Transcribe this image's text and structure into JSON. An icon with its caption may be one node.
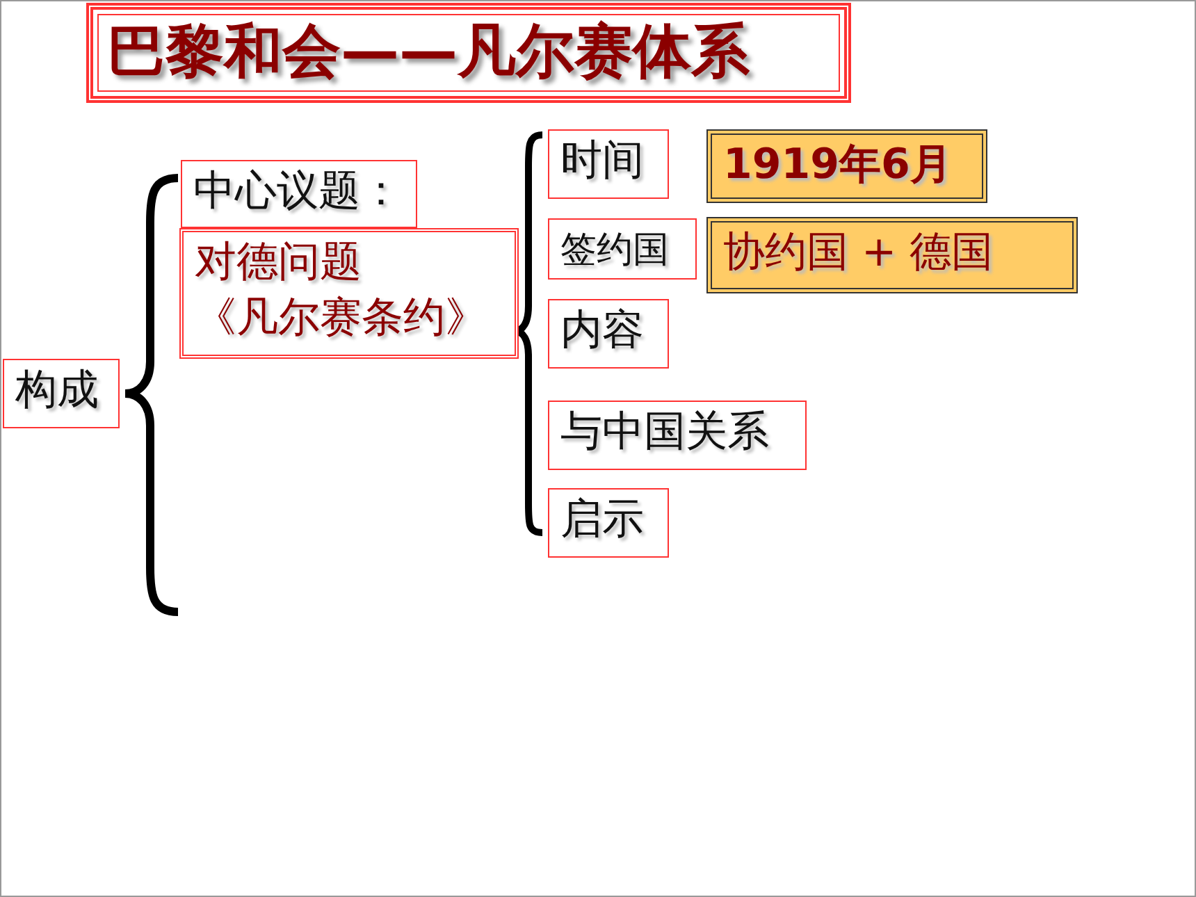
{
  "diagram": {
    "title": "巴黎和会——凡尔赛体系",
    "nodes": [
      {
        "text": [
          "构成"
        ]
      },
      {
        "text": [
          "中心议题："
        ]
      },
      {
        "text": [
          "对德问题",
          "《凡尔赛条约》"
        ]
      },
      {
        "text": [
          "时间"
        ]
      },
      {
        "text": [
          "签约国"
        ]
      },
      {
        "text": [
          "内容"
        ]
      },
      {
        "text": [
          "与中国关系"
        ]
      },
      {
        "text": [
          "启示"
        ]
      },
      {
        "text": [
          "1919年6月"
        ]
      },
      {
        "text": [
          "协约国 + 德国"
        ]
      }
    ]
  }
}
